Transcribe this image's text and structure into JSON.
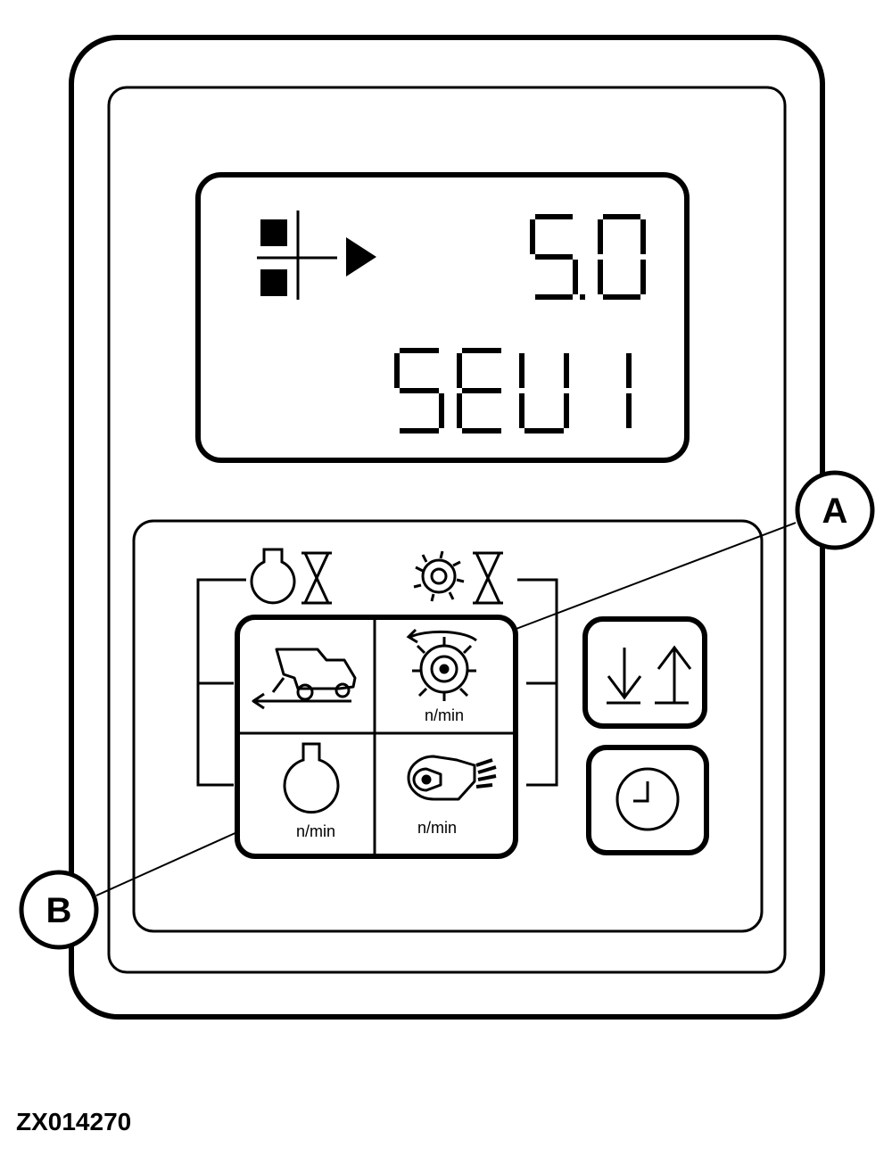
{
  "display": {
    "line1": "5.0",
    "line2": "SEU1"
  },
  "keypad": {
    "top_right_unit": "n/min",
    "bottom_left_unit": "n/min",
    "bottom_right_unit": "n/min"
  },
  "callouts": {
    "a": "A",
    "b": "B"
  },
  "figure_id": "ZX014270",
  "colors": {
    "ink": "#000000",
    "paper": "#ffffff"
  },
  "icons": [
    "engine-hourglass-icon",
    "cutterhead-hourglass-icon",
    "harvester-travel-icon",
    "cutterhead-rotation-icon",
    "engine-icon",
    "blower-icon",
    "height-adjust-icon",
    "clock-icon"
  ]
}
